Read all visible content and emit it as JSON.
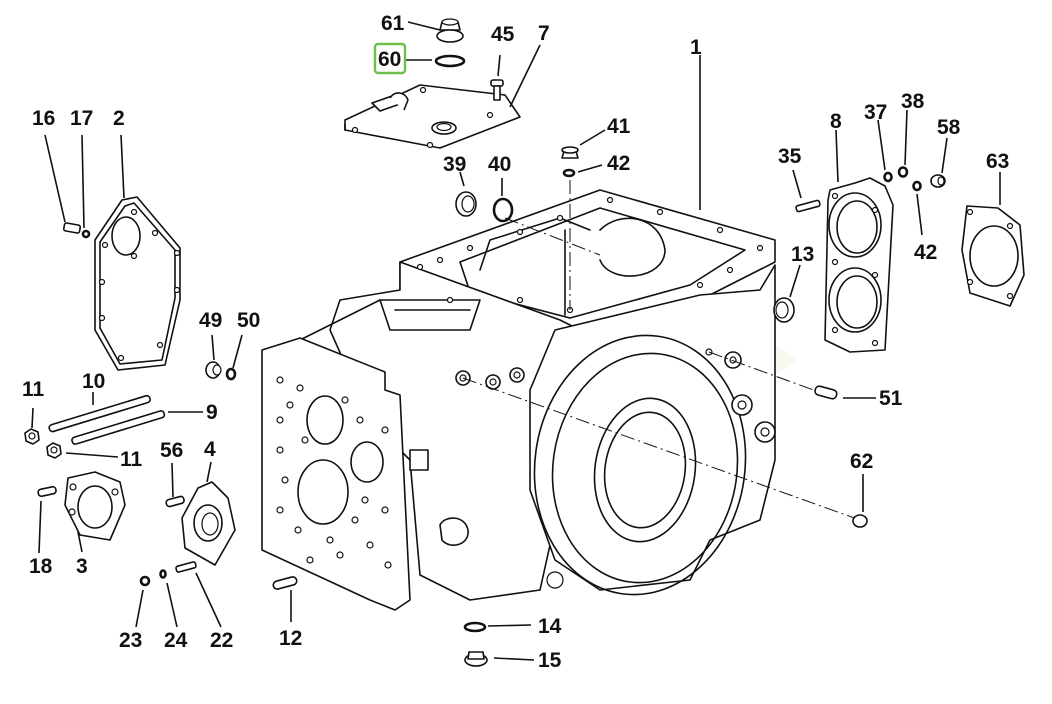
{
  "diagram": {
    "title": "Transmission housing exploded view",
    "highlight_color": "#6cc04a",
    "highlighted_callout": "60",
    "callouts": {
      "c1": "1",
      "c2": "2",
      "c3": "3",
      "c4": "4",
      "c7": "7",
      "c8": "8",
      "c9": "9",
      "c10": "10",
      "c11a": "11",
      "c11b": "11",
      "c12": "12",
      "c13": "13",
      "c14": "14",
      "c15": "15",
      "c16": "16",
      "c17": "17",
      "c18": "18",
      "c22": "22",
      "c23": "23",
      "c24": "24",
      "c35": "35",
      "c37": "37",
      "c38": "38",
      "c39": "39",
      "c40": "40",
      "c41": "41",
      "c42a": "42",
      "c42b": "42",
      "c45": "45",
      "c49": "49",
      "c50": "50",
      "c51": "51",
      "c56": "56",
      "c58": "58",
      "c60": "60",
      "c61": "61",
      "c62": "62",
      "c63": "63"
    }
  }
}
